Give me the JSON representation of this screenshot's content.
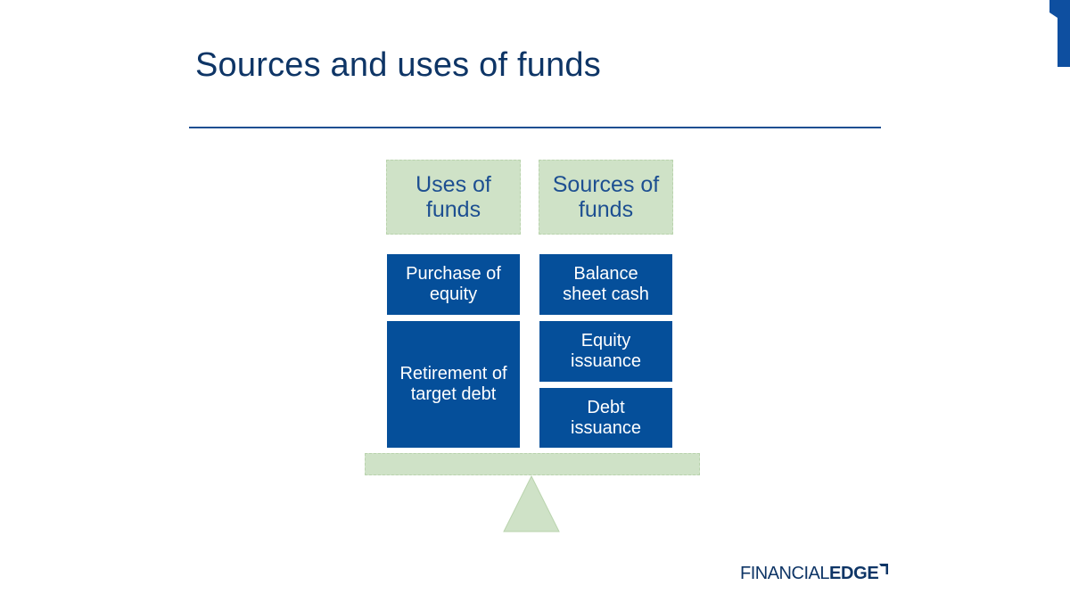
{
  "title": "Sources and uses of funds",
  "uses": {
    "header": "Uses of funds",
    "items": [
      "Purchase of equity",
      "Retirement of target debt"
    ]
  },
  "sources": {
    "header": "Sources of funds",
    "items": [
      "Balance sheet cash",
      "Equity issuance",
      "Debt issuance"
    ]
  },
  "logo": {
    "word1": "FINANCIAL",
    "word2": "EDGE"
  },
  "colors": {
    "navy": "#0e3566",
    "accent_blue": "#054f9a",
    "light_green": "#cfe2c7",
    "rule_blue": "#1d4f91"
  }
}
